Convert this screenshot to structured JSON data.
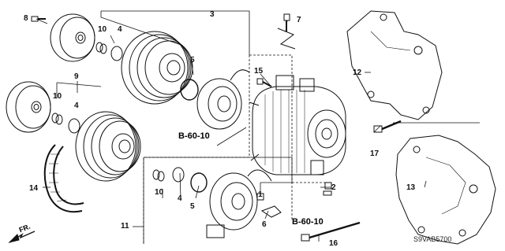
{
  "diagram": {
    "callouts": [
      {
        "id": "c1",
        "text": "1"
      },
      {
        "id": "c2",
        "text": "2"
      },
      {
        "id": "c3",
        "text": "3"
      },
      {
        "id": "c4a",
        "text": "4"
      },
      {
        "id": "c4b",
        "text": "4"
      },
      {
        "id": "c4c",
        "text": "4"
      },
      {
        "id": "c5a",
        "text": "5"
      },
      {
        "id": "c5b",
        "text": "5"
      },
      {
        "id": "c6",
        "text": "6"
      },
      {
        "id": "c7",
        "text": "7"
      },
      {
        "id": "c8",
        "text": "8"
      },
      {
        "id": "c9",
        "text": "9"
      },
      {
        "id": "c10a",
        "text": "10"
      },
      {
        "id": "c10b",
        "text": "10"
      },
      {
        "id": "c10c",
        "text": "10"
      },
      {
        "id": "c11",
        "text": "11"
      },
      {
        "id": "c12",
        "text": "12"
      },
      {
        "id": "c13",
        "text": "13"
      },
      {
        "id": "c14",
        "text": "14"
      },
      {
        "id": "c15",
        "text": "15"
      },
      {
        "id": "c16",
        "text": "16"
      },
      {
        "id": "c17",
        "text": "17"
      }
    ],
    "references": [
      {
        "id": "ref_a",
        "text": "B-60-10"
      },
      {
        "id": "ref_b",
        "text": "B-60-10"
      }
    ],
    "diagram_code": "S9VAB5700",
    "direction_label": "FR."
  }
}
